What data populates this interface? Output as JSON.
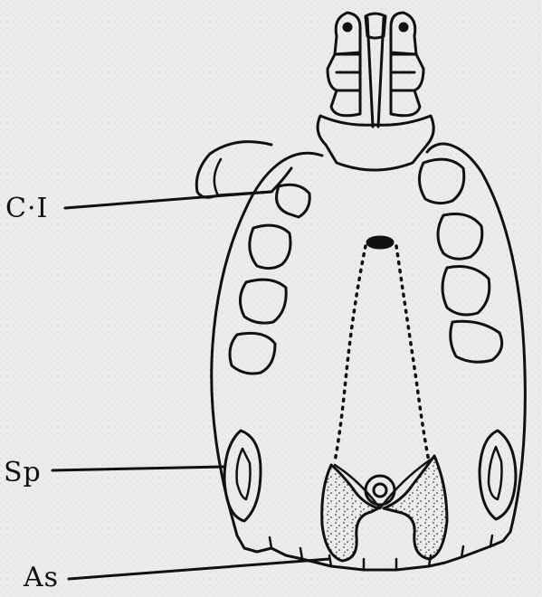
{
  "labels": {
    "coxa": "C·I",
    "spiracle": "Sp",
    "anus": "As"
  }
}
